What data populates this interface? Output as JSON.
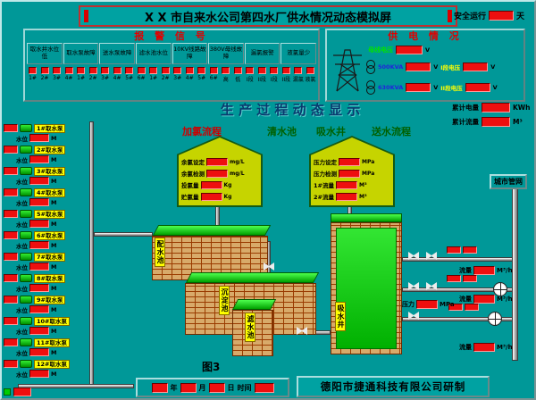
{
  "app": {
    "title": "X X 市自来水公司第四水厂供水情况动态模拟屏",
    "figure_label": "图3",
    "footer": "德阳市捷通科技有限公司研制"
  },
  "safety": {
    "label": "安全运行",
    "unit": "天"
  },
  "alarm_panel": {
    "title": "报 警 信 号",
    "groups": [
      "取水井水位低",
      "取水泵故障",
      "送水泵故障",
      "滤水池水位",
      "10KV线路故障",
      "380V母线故障",
      "漏氯报警",
      "液氯量少"
    ],
    "indicators": [
      "1#",
      "2#",
      "3#",
      "4#",
      "1#",
      "2#",
      "3#",
      "4#",
      "5#",
      "6#",
      "1#",
      "2#",
      "3#",
      "4#",
      "5#",
      "6#",
      "高",
      "低",
      "I段",
      "II段",
      "I段",
      "II段",
      "漏氯",
      "液氯"
    ]
  },
  "power_panel": {
    "title": "供 电 情 况",
    "bus_label": "母线电压",
    "bus_unit": "V",
    "transformers": [
      {
        "kva": "500KVA",
        "section": "I段电压",
        "unit": "V"
      },
      {
        "kva": "630KVA",
        "section": "II段电压",
        "unit": "V"
      }
    ]
  },
  "totals": [
    {
      "label": "累计电量",
      "unit": "KWh"
    },
    {
      "label": "累计流量",
      "unit": "M³"
    }
  ],
  "process": {
    "title": "生 产 过 程 动 态 显 示",
    "stage_labels": [
      "加氯流程",
      "清水池",
      "吸水井",
      "送水流程"
    ]
  },
  "chlorine_house": {
    "rows": [
      {
        "label": "余氯设定",
        "unit": "mg/L"
      },
      {
        "label": "余氯检测",
        "unit": "mg/L"
      },
      {
        "label": "投氯量",
        "unit": "Kg"
      },
      {
        "label": "贮氯量",
        "unit": "Kg"
      }
    ]
  },
  "meter_house": {
    "rows": [
      {
        "label": "压力设定",
        "unit": "MPa"
      },
      {
        "label": "压力检测",
        "unit": "MPa"
      },
      {
        "label": "1#流量",
        "unit": "M³"
      },
      {
        "label": "2#流量",
        "unit": "M³"
      }
    ]
  },
  "tanks": {
    "distribution": "配水池",
    "sedimentation": "沉淀池",
    "filter": "滤水池",
    "suction": "吸水井"
  },
  "network_label": "城市管网",
  "outputs": {
    "pressure": {
      "label": "压力",
      "unit": "MPa"
    },
    "flows": [
      {
        "label": "流量",
        "unit": "M³/h"
      },
      {
        "label": "流量",
        "unit": "M³/h"
      },
      {
        "label": "流量",
        "unit": "M³/h"
      }
    ]
  },
  "pumps": {
    "level_label": "水位",
    "level_unit": "M",
    "items": [
      {
        "name": "1#取水泵"
      },
      {
        "name": "2#取水泵"
      },
      {
        "name": "3#取水泵"
      },
      {
        "name": "4#取水泵"
      },
      {
        "name": "5#取水泵"
      },
      {
        "name": "6#取水泵"
      },
      {
        "name": "7#取水泵"
      },
      {
        "name": "8#取水泵"
      },
      {
        "name": "9#取水泵"
      },
      {
        "name": "10#取水泵"
      },
      {
        "name": "11#取水泵"
      },
      {
        "name": "12#取水泵"
      }
    ]
  },
  "datetime": {
    "labels": [
      "年",
      "月",
      "日",
      "时间"
    ]
  }
}
